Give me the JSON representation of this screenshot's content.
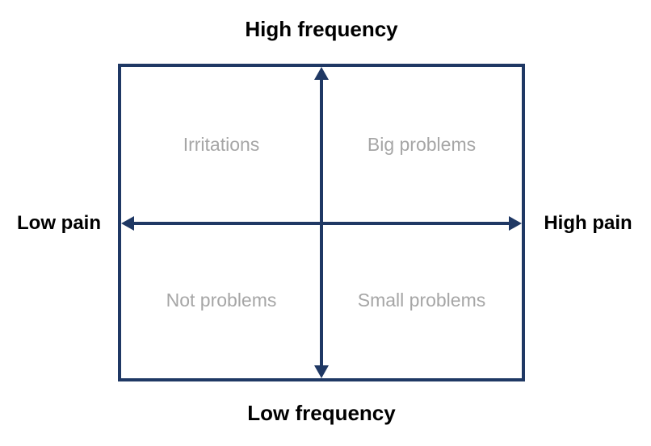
{
  "matrix": {
    "axis_labels": {
      "top": "High frequency",
      "bottom": "Low frequency",
      "left": "Low pain",
      "right": "High pain"
    },
    "quadrant_labels": {
      "top_left": "Irritations",
      "top_right": "Big problems",
      "bottom_left": "Not problems",
      "bottom_right": "Small problems"
    },
    "colors": {
      "frame_and_arrows": "#1F3864",
      "axis_label_text": "#000000",
      "quadrant_label_text": "#A6A6A6",
      "background": "#FFFFFF"
    }
  }
}
